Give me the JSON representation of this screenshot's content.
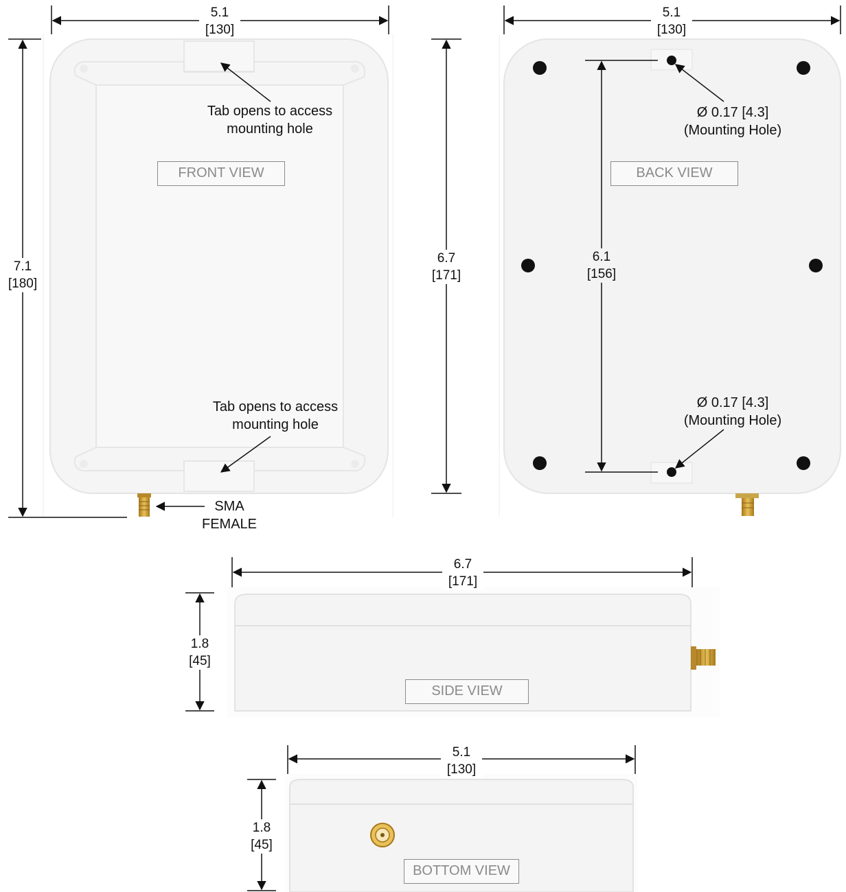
{
  "views": {
    "front": {
      "label": "FRONT VIEW",
      "width_in": "5.1",
      "width_mm": "[130]",
      "height_in": "7.1",
      "height_mm": "[180]",
      "tab_note_top": [
        "Tab opens to access",
        "mounting hole"
      ],
      "tab_note_bottom": [
        "Tab opens to access",
        "mounting hole"
      ],
      "connector_note": [
        "SMA",
        "FEMALE"
      ]
    },
    "back": {
      "label": "BACK VIEW",
      "width_in": "5.1",
      "width_mm": "[130]",
      "body_height_in": "6.7",
      "body_height_mm": "[171]",
      "hole_spacing_in": "6.1",
      "hole_spacing_mm": "[156]",
      "hole_note_top": [
        "Ø 0.17 [4.3]",
        "(Mounting Hole)"
      ],
      "hole_note_bottom": [
        "Ø 0.17 [4.3]",
        "(Mounting Hole)"
      ]
    },
    "side": {
      "label": "SIDE VIEW",
      "length_in": "6.7",
      "length_mm": "[171]",
      "height_in": "1.8",
      "height_mm": "[45]"
    },
    "bottom": {
      "label": "BOTTOM VIEW",
      "width_in": "5.1",
      "width_mm": "[130]",
      "height_in": "1.8",
      "height_mm": "[45]"
    }
  },
  "colors": {
    "enclosure": "#f4f4f4",
    "enclosure_edge": "#e3e3e3",
    "connector_gold": "#c99a2e",
    "label_gray": "#8a8a8a",
    "dimension_line": "#111111"
  }
}
